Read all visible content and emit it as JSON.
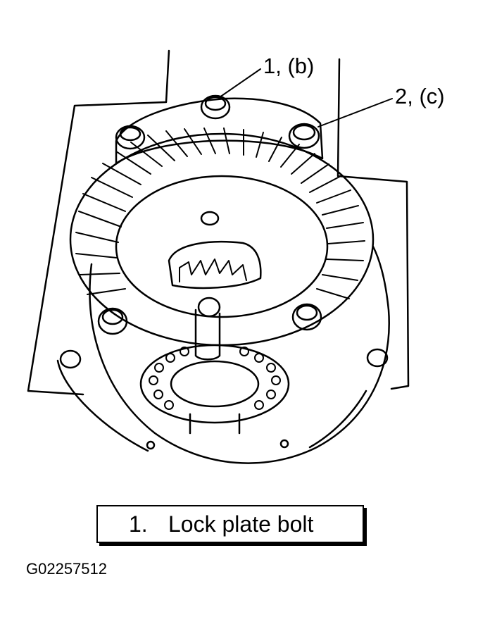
{
  "callouts": [
    {
      "id": "1",
      "label": "1, (b)"
    },
    {
      "id": "2",
      "label": "2, (c)"
    }
  ],
  "legend": {
    "number": "1.",
    "text": "Lock plate bolt"
  },
  "figure_id": "G02257512"
}
